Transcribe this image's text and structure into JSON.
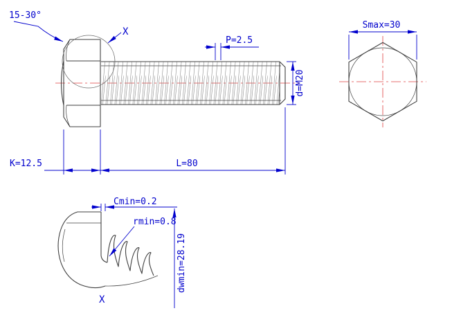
{
  "colors": {
    "dimension": "#0000cd",
    "outline": "#3f3f3f",
    "centerline": "#e04040",
    "hatch": "#8a8a8a"
  },
  "main_view": {
    "angle_label": "15-30°",
    "detail_marker": "X",
    "pitch_label": "P=2.5",
    "diameter_label": "d=M20",
    "head_height_label": "K=12.5",
    "length_label": "L=80"
  },
  "end_view": {
    "across_flats_label": "Smax=30"
  },
  "detail_view": {
    "chamfer_label": "Cmin=0.2",
    "fillet_label": "rmin=0.8",
    "washer_face_label": "dwmin=28.19",
    "detail_marker": "X"
  }
}
